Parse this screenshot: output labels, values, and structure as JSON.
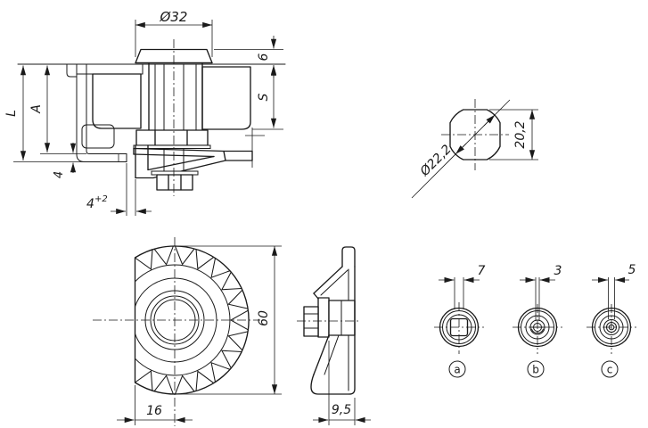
{
  "colors": {
    "background": "#ffffff",
    "line": "#1a1a1a"
  },
  "views": {
    "section": {
      "dim_diameter_top": "Ø32",
      "dim_cap_height": "6",
      "dim_grip_length": "S",
      "dim_total_length": "L",
      "dim_inner_length": "A",
      "dim_plate_thickness": "4",
      "dim_offset_base": "4",
      "dim_offset_tolerance": "+2"
    },
    "cutout": {
      "dim_diagonal_diameter": "Ø22,2",
      "dim_across_flats": "20,2"
    },
    "knob_front": {
      "dim_outer_diameter": "60",
      "dim_flat_to_center": "16"
    },
    "knob_side": {
      "dim_hub_width": "9,5"
    },
    "drive_variants": [
      {
        "label": "a",
        "dim_drive_size": "7"
      },
      {
        "label": "b",
        "dim_drive_size": "3"
      },
      {
        "label": "c",
        "dim_drive_size": "5"
      }
    ]
  }
}
